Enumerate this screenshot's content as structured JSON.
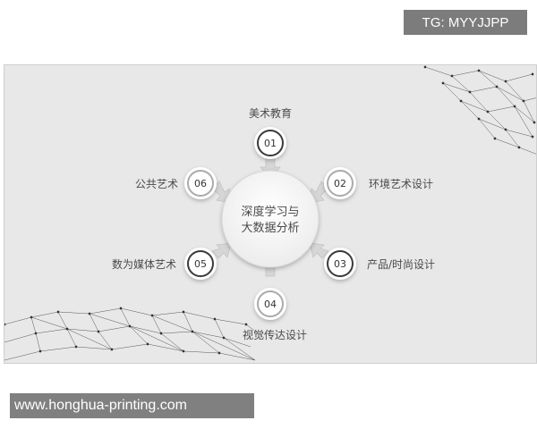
{
  "badge_top": "TG: MYYJJPP",
  "badge_bottom": "www.honghua-printing.com",
  "diagram": {
    "center_label_line1": "深度学习与",
    "center_label_line2": "大数据分析",
    "nodes": [
      {
        "num": "01",
        "label": "美术教育"
      },
      {
        "num": "02",
        "label": "环境艺术设计"
      },
      {
        "num": "03",
        "label": "产品/时尚设计"
      },
      {
        "num": "04",
        "label": "视觉传达设计"
      },
      {
        "num": "05",
        "label": "数为媒体艺术"
      },
      {
        "num": "06",
        "label": "公共艺术"
      }
    ]
  },
  "colors": {
    "background": "#e8e8e8",
    "node_ring_dark": "#3a3a3a",
    "node_ring_light": "#aaaaaa",
    "text": "#4a4a4a"
  }
}
